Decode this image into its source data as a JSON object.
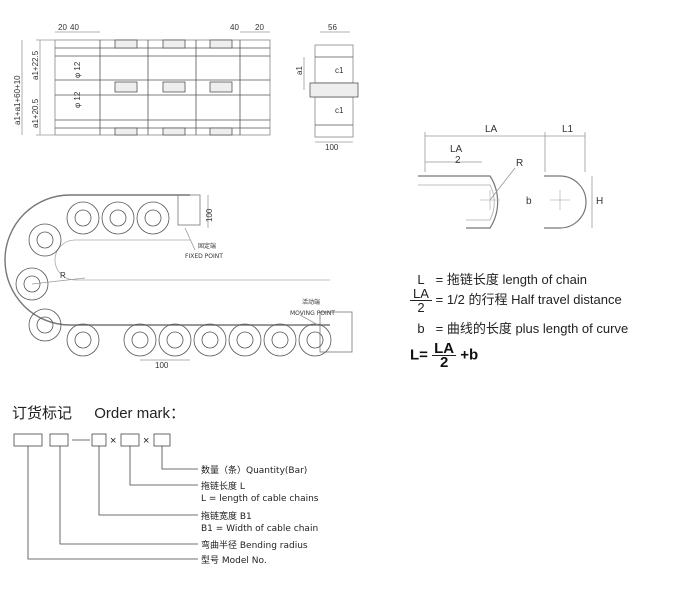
{
  "top_drawing": {
    "dims_top": [
      "20",
      "40",
      "40",
      "20"
    ],
    "side_dims": [
      "a1+a1+60+10",
      "a1+20.5",
      "a1+22.5"
    ],
    "phi": [
      "φ 12",
      "φ 12"
    ]
  },
  "section_view": {
    "width_top": "56",
    "width_bottom": "100",
    "a1": "a1",
    "c1_top": "c1",
    "c1_bottom": "c1"
  },
  "chain_drawing": {
    "dim_100_vertical": "100",
    "fixed_point_cn": "固定端",
    "fixed_point_en": "FIXED POINT",
    "radius": "R",
    "moving_point_cn": "活动端",
    "moving_point_en": "MOVING POINT",
    "dim_100_bottom": "100"
  },
  "travel_diagram": {
    "LA": "LA",
    "L1": "L1",
    "LA_half_num": "LA",
    "LA_half_den": "2",
    "R": "R",
    "b": "b",
    "H": "H"
  },
  "legend": {
    "l_sym": "L",
    "l_text": "= 拖链长度  length of chain",
    "la_num": "LA",
    "la_den": "2",
    "la_text": "= 1/2 的行程  Half travel distance",
    "b_sym": "b",
    "b_text": "= 曲线的长度  plus length of curve"
  },
  "formula": {
    "lhs": "L=",
    "num": "LA",
    "den": "2",
    "rhs": "+b"
  },
  "order": {
    "title_cn": "订货标记",
    "title_en": "Order mark：",
    "x1": "×",
    "x2": "×",
    "quantity": "数量（条）Quantity(Bar)",
    "length_cn": "拖链长度 L",
    "length_en": "L = length of cable chains",
    "width_cn": "拖链宽度 B1",
    "width_en": "B1 = Width of cable chain",
    "radius": "弯曲半径 Bending radius",
    "model": "型号 Model No."
  }
}
